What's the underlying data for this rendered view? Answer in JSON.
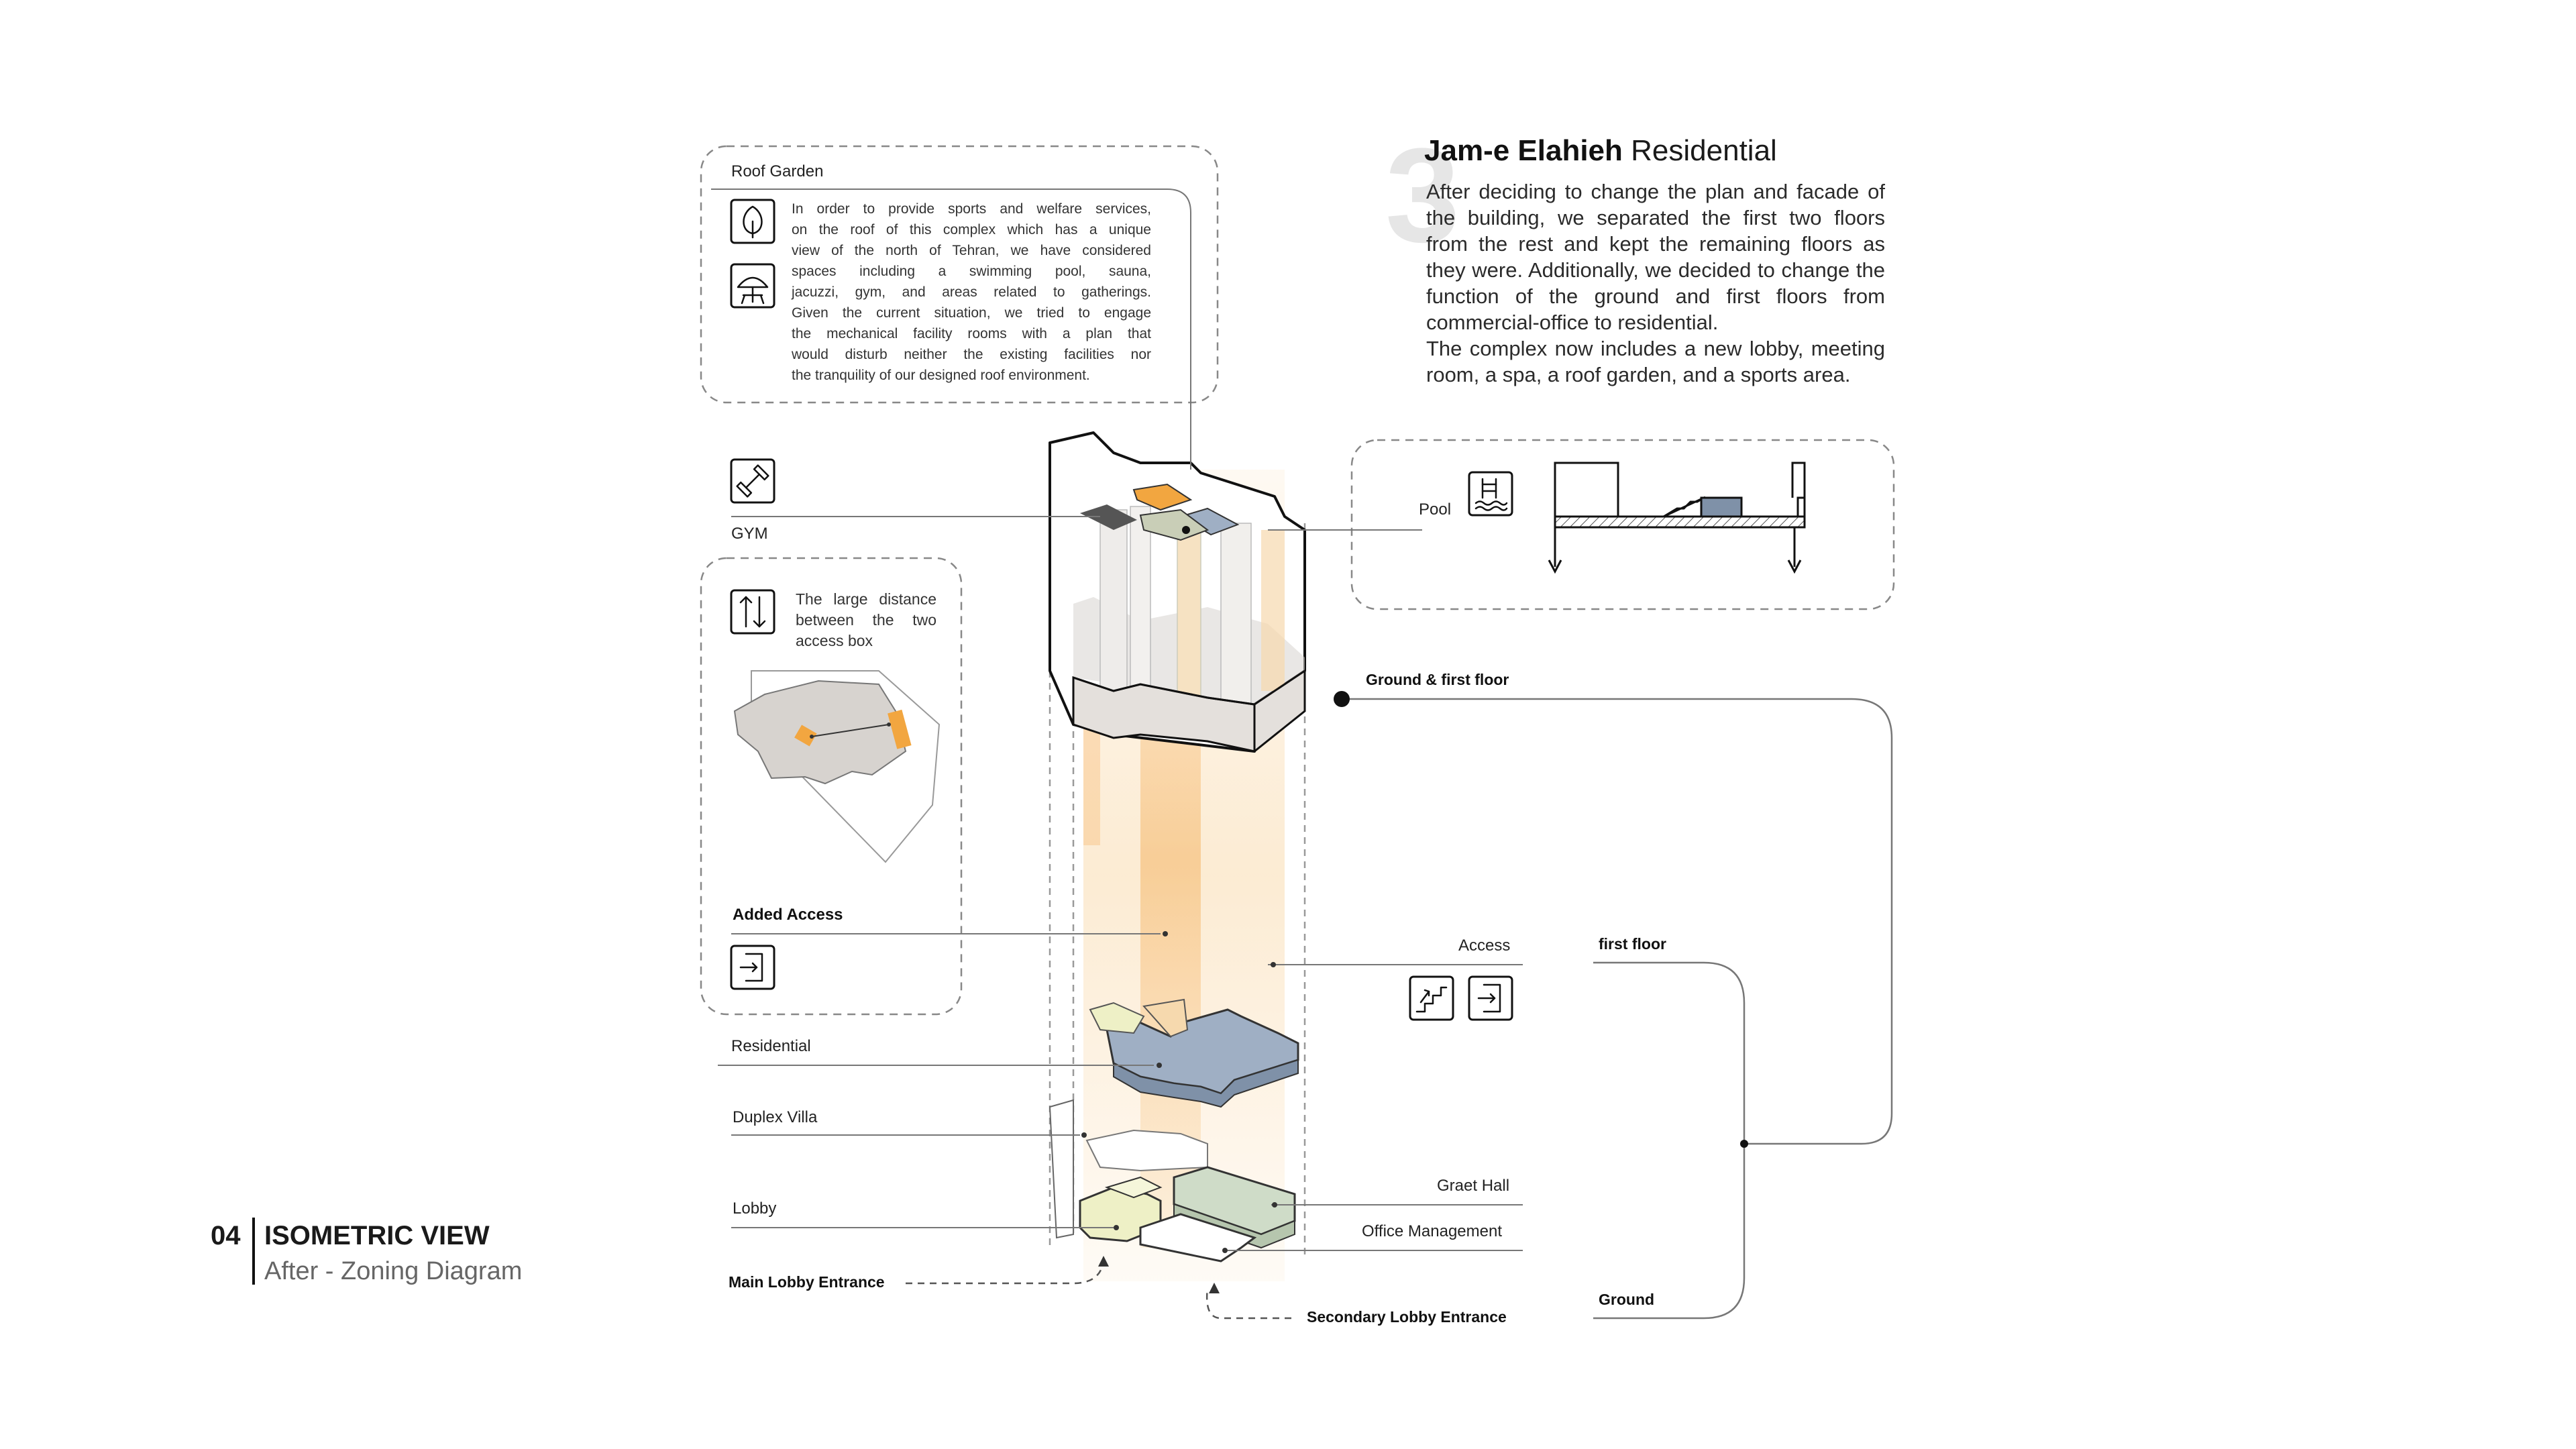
{
  "header": {
    "big_number": "3",
    "title_bold": "Jam-e Elahieh",
    "title_rest": "Residential",
    "description_lines": [
      "After deciding to change the plan and facade of",
      "the building, we separated the first two floors",
      "from the rest and kept the remaining floors as",
      "they were. Additionally, we decided to change the",
      "function of the ground and first floors from",
      "commercial-office to residential.",
      "The complex now includes a new lobby, meeting",
      "room, a spa, a roof garden, and a sports area."
    ]
  },
  "roof_garden": {
    "title": "Roof Garden",
    "icons": [
      "tree-icon",
      "umbrella-table-icon"
    ],
    "text_lines": [
      "In order to provide sports and welfare services,",
      "on the  roof of this complex which has a unique",
      "view of the  north of Tehran, we have considered",
      "spaces  including  a  swimming  pool,  sauna,",
      "jacuzzi, gym, and areas related to gatherings.",
      "Given the current situation, we tried to engage",
      "the  mechanical facility rooms with a plan that",
      "would disturb neither the existing facilities nor",
      "the tranquility of our designed roof environment."
    ]
  },
  "gym": {
    "label": "GYM",
    "icon": "dumbbell-icon"
  },
  "access_box": {
    "icon": "up-down-arrows-icon",
    "text_lines": [
      "The large distance",
      "between  the  two",
      "access box"
    ]
  },
  "added_access": {
    "label": "Added Access",
    "icon": "exit-door-icon"
  },
  "pool": {
    "label": "Pool",
    "icon": "pool-ladder-icon"
  },
  "access": {
    "label": "Access",
    "icons": [
      "stairs-icon",
      "exit-door-icon"
    ]
  },
  "floors": {
    "ground_first": "Ground & first floor",
    "first": "first floor",
    "ground": "Ground"
  },
  "left_labels": {
    "residential": "Residential",
    "duplex": "Duplex Villa",
    "lobby": "Lobby",
    "main_entrance": "Main Lobby Entrance"
  },
  "right_labels": {
    "great_hall": "Graet Hall",
    "office": "Office Management",
    "secondary_entrance": "Secondary Lobby Entrance"
  },
  "footer": {
    "number": "04",
    "title": "ISOMETRIC VIEW",
    "subtitle": "After - Zoning Diagram"
  },
  "colors": {
    "accent_orange": "#F2A640",
    "light_orange": "#FBE3C0",
    "residential_blue": "#9FAFC4",
    "hall_green": "#CFDCC8",
    "lobby_yellow": "#EEF0C6",
    "line_gray": "#8a8a8a"
  }
}
